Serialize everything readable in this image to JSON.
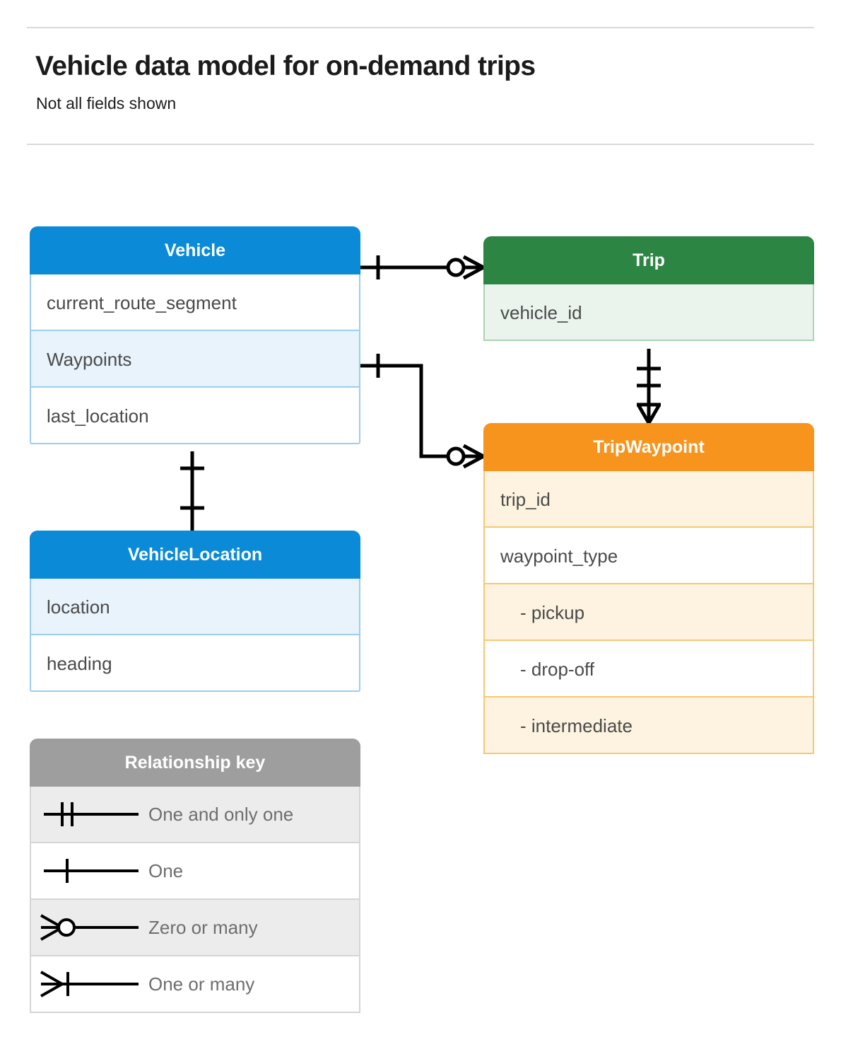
{
  "header": {
    "title": "Vehicle data model for on-demand trips",
    "subtitle": "Not all fields shown"
  },
  "colors": {
    "blue": "#0b8ad8",
    "blue_row": "#e8f3fc",
    "blue_border": "#9ccdf0",
    "green": "#2d8544",
    "green_row": "#eaf4ed",
    "green_border": "#a9d4b5",
    "orange": "#f7941e",
    "orange_row": "#fdf3e0",
    "orange_border": "#f7c873",
    "gray": "#9e9e9e",
    "gray_row": "#ececec",
    "rule": "#d9d9d9",
    "text": "#4a4a4a",
    "connector": "#000000"
  },
  "entities": [
    {
      "id": "vehicle",
      "title": "Vehicle",
      "theme": "blue",
      "fields": [
        {
          "label": "current_route_segment",
          "highlight": false
        },
        {
          "label": "Waypoints",
          "highlight": true
        },
        {
          "label": "last_location",
          "highlight": false
        }
      ]
    },
    {
      "id": "trip",
      "title": "Trip",
      "theme": "green",
      "fields": [
        {
          "label": "vehicle_id",
          "highlight": true
        }
      ]
    },
    {
      "id": "tripwaypoint",
      "title": "TripWaypoint",
      "theme": "orange",
      "fields": [
        {
          "label": "trip_id",
          "highlight": true,
          "sub": false
        },
        {
          "label": "waypoint_type",
          "highlight": false,
          "sub": false
        },
        {
          "label": "-  pickup",
          "highlight": true,
          "sub": true
        },
        {
          "label": "-  drop-off",
          "highlight": false,
          "sub": true
        },
        {
          "label": "-  intermediate",
          "highlight": true,
          "sub": true
        }
      ]
    },
    {
      "id": "vehicle-location",
      "title": "VehicleLocation",
      "theme": "blue",
      "fields": [
        {
          "label": "location",
          "highlight": true
        },
        {
          "label": "heading",
          "highlight": false
        }
      ]
    }
  ],
  "legend": {
    "title": "Relationship key",
    "items": [
      {
        "symbol": "one-and-only-one",
        "label": "One and only one"
      },
      {
        "symbol": "one",
        "label": "One"
      },
      {
        "symbol": "zero-or-many",
        "label": "Zero or many"
      },
      {
        "symbol": "one-or-many",
        "label": "One or many"
      }
    ]
  },
  "relationships": [
    {
      "id": "vehicle-to-trip",
      "from_entity": "Vehicle",
      "from_cardinality": "One",
      "to_entity": "Trip",
      "to_cardinality": "Zero or many"
    },
    {
      "id": "vehicle-waypoints-to-tripwaypoint",
      "from_entity": "Vehicle",
      "from_field": "Waypoints",
      "from_cardinality": "One",
      "to_entity": "TripWaypoint",
      "to_cardinality": "Zero or many"
    },
    {
      "id": "trip-to-tripwaypoint",
      "from_entity": "Trip",
      "from_cardinality": "One and only one",
      "to_entity": "TripWaypoint",
      "to_cardinality": "One or many"
    },
    {
      "id": "vehicle-to-vehiclelocation",
      "from_entity": "Vehicle",
      "from_cardinality": "One",
      "to_entity": "VehicleLocation",
      "to_cardinality": "One"
    }
  ]
}
